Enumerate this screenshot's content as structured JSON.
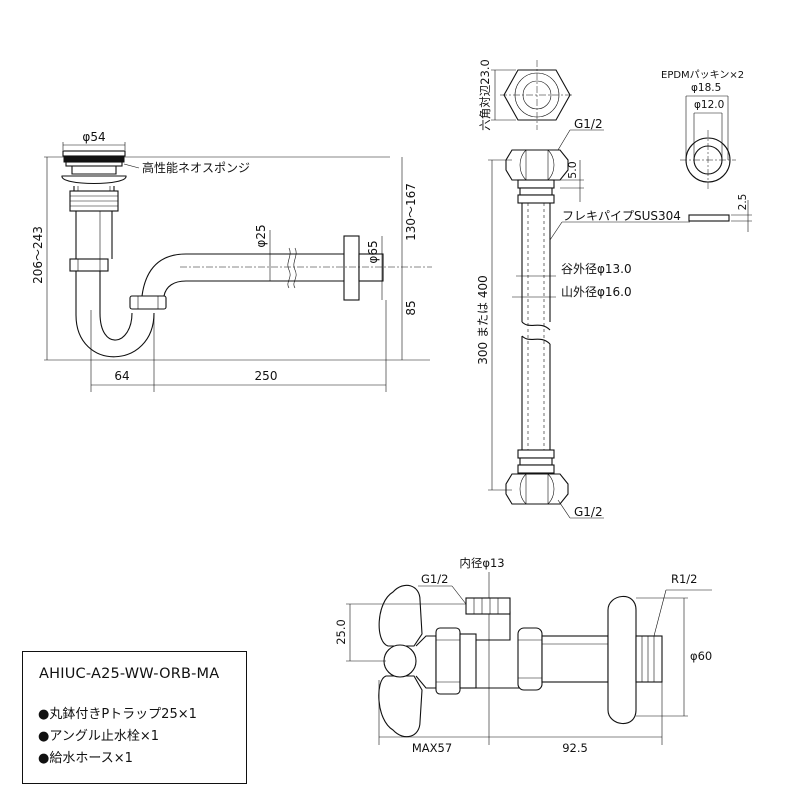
{
  "ptrap": {
    "dim_phi54": "φ54",
    "sponge_label": "高性能ネオスポンジ",
    "dim_206_243": "206～243",
    "dim_phi25": "φ25",
    "dim_phi65": "φ65",
    "dim_130_167": "130～167",
    "dim_85": "85",
    "dim_64": "64",
    "dim_250": "250"
  },
  "hose": {
    "hex_across_flats": "六角対辺23.0",
    "thread_top": "G1/2",
    "dim_5": "5.0",
    "flex_pipe": "フレキパイプSUS304",
    "inner_dia": "谷外径φ13.0",
    "outer_dia": "山外径φ16.0",
    "length": "300 または 400",
    "thread_bottom": "G1/2"
  },
  "gasket": {
    "label": "EPDMパッキン×2",
    "dia_outer": "φ18.5",
    "dia_inner": "φ12.0",
    "thickness": "2.5"
  },
  "valve": {
    "inner_dia": "内径φ13",
    "thread_g": "G1/2",
    "thread_r": "R1/2",
    "dim_25": "25.0",
    "dim_phi60": "φ60",
    "dim_max57": "MAX57",
    "dim_92_5": "92.5"
  },
  "spec": {
    "model": "AHIUC-A25-WW-ORB-MA",
    "items": [
      "●丸鉢付きPトラップ25×1",
      "●アングル止水栓×1",
      "●給水ホース×1"
    ]
  }
}
